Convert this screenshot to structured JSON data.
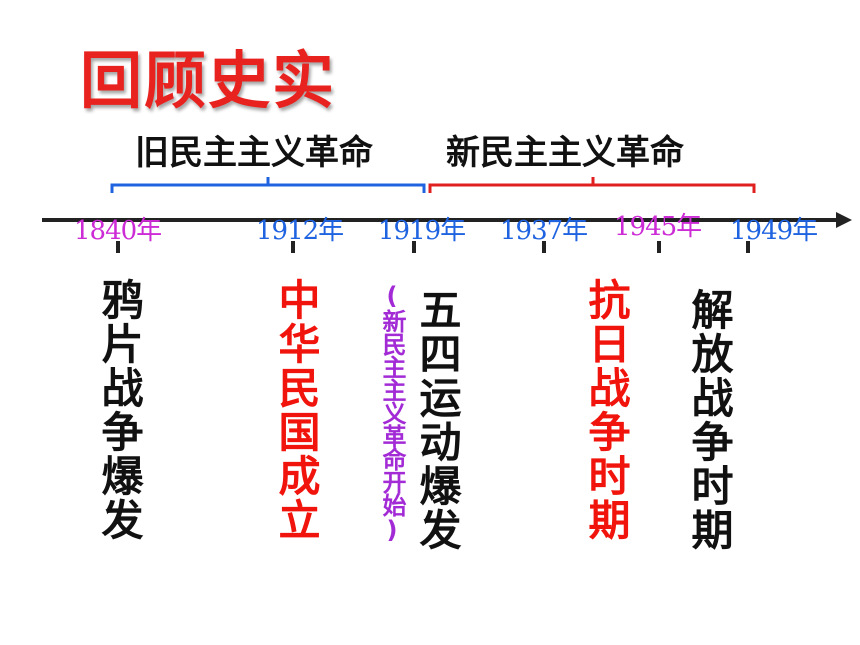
{
  "title": "回顾史实",
  "eras": {
    "old": "旧民主主义革命",
    "new": "新民主主义革命"
  },
  "years": [
    "1840年",
    "1912年",
    "1919年",
    "1937年",
    "1945年",
    "1949年"
  ],
  "events": {
    "opium_war": "鸦片战争爆发",
    "roc_founded": "中华民国成立",
    "new_dem_start": "(新民主主义革命开始)",
    "may_fourth": "五四运动爆发",
    "anti_japanese": "抗日战争时期",
    "liberation": "解放战争时期"
  },
  "colors": {
    "title": "#e8231f",
    "old_brace": "#1f63e0",
    "new_brace": "#e01f1f",
    "year_purple": "#cc2bd6",
    "year_blue": "#1f63e0",
    "event_red": "#f0140c",
    "event_purple": "#a22bd6",
    "event_black": "#111111"
  }
}
